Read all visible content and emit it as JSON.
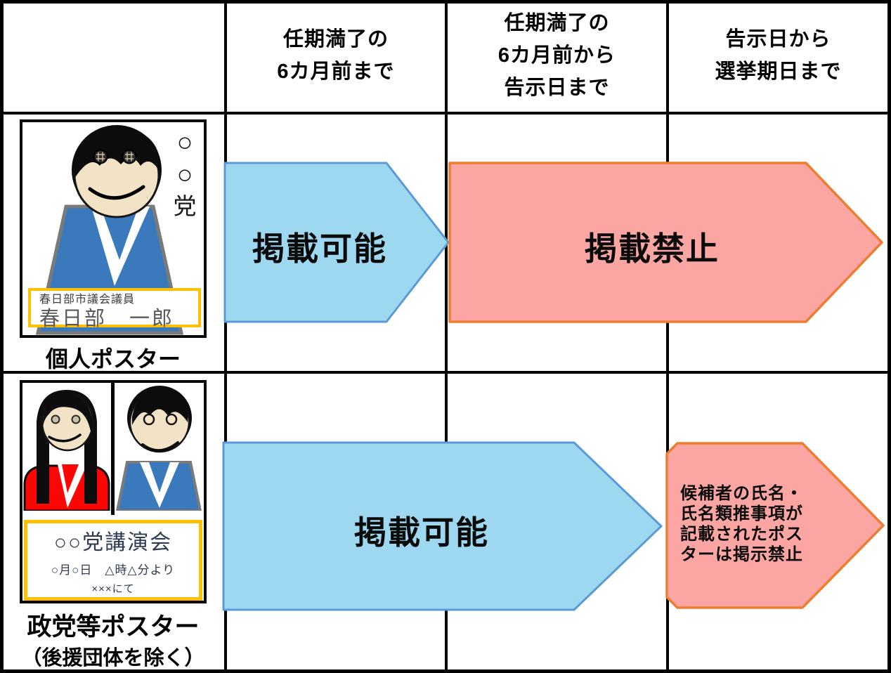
{
  "colors": {
    "blue_fill": "#9DD8F0",
    "blue_stroke": "#5B9BD5",
    "red_fill": "#FBA6A2",
    "red_stroke": "#ED7D31",
    "gold": "#FFC000",
    "suit_blue": "#3A79BB",
    "top_red": "#FD0505",
    "face_tan": "#F2E3C7"
  },
  "header": {
    "period1": {
      "lines": [
        "任期満了の",
        "6カ月前まで"
      ]
    },
    "period2": {
      "lines": [
        "任期満了の",
        "6カ月前から",
        "告示日まで"
      ]
    },
    "period3": {
      "lines": [
        "告示日から",
        "選挙期日まで"
      ]
    }
  },
  "row_individual": {
    "label": "個人ポスター",
    "poster": {
      "emblem": [
        "○",
        "○",
        "党"
      ],
      "plate_title": "春日部市議会議員",
      "plate_name": "春日部　一郎"
    },
    "allowed_label": "掲載可能",
    "prohibited_label": "掲載禁止"
  },
  "row_party": {
    "label": "政党等ポスター",
    "label_note": "（後援団体を除く）",
    "poster": {
      "event_title": "○○党講演会",
      "event_date": "○月○日　△時△分より",
      "event_venue": "×××にて"
    },
    "allowed_label": "掲載可能",
    "prohibited_lines": [
      "候補者の氏名・",
      "氏名類推事項が",
      "記載されたポス",
      "ターは掲示禁止"
    ]
  }
}
